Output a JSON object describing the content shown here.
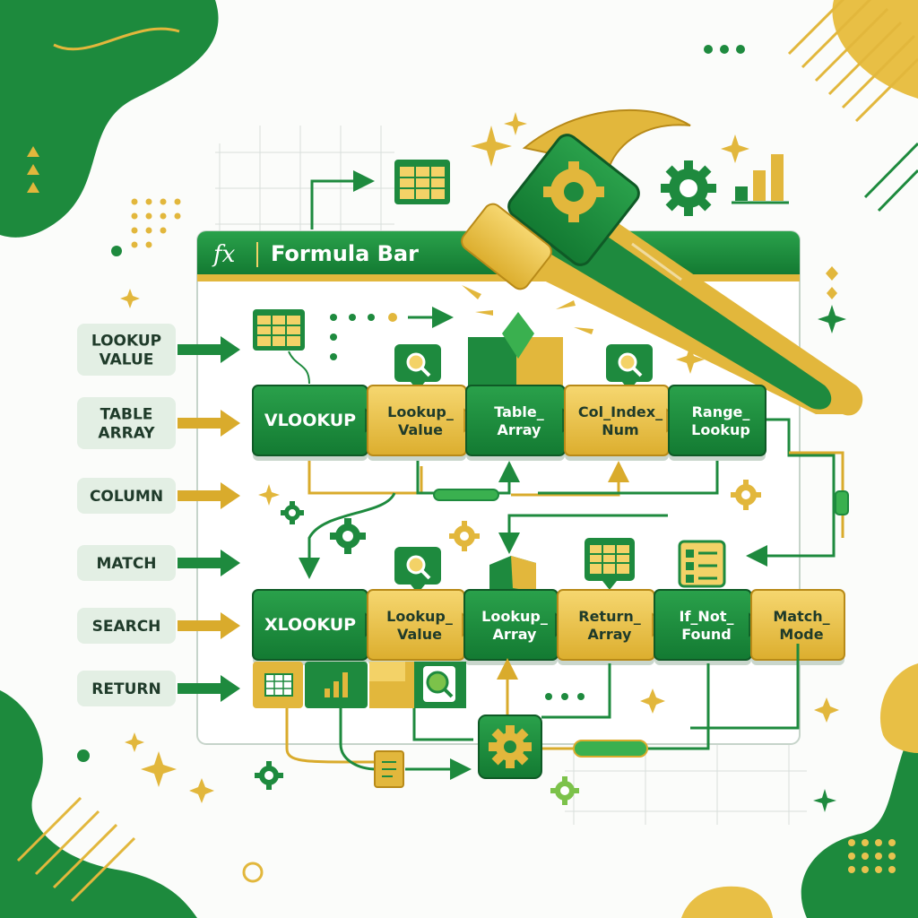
{
  "formula_bar": {
    "fx": "fx",
    "title": "Formula Bar"
  },
  "side_labels": [
    [
      "LOOKUP",
      "VALUE"
    ],
    [
      "TABLE",
      "ARRAY"
    ],
    [
      "COLUMN"
    ],
    [
      "MATCH"
    ],
    [
      "SEARCH"
    ],
    [
      "RETURN"
    ]
  ],
  "vlookup_row": [
    [
      "VLOOKUP"
    ],
    [
      "Lookup_",
      "Value"
    ],
    [
      "Table_",
      "Array"
    ],
    [
      "Col_Index_",
      "Num"
    ],
    [
      "Range_",
      "Lookup"
    ]
  ],
  "xlookup_row": [
    [
      "XLOOKUP"
    ],
    [
      "Lookup_",
      "Value"
    ],
    [
      "Lookup_",
      "Array"
    ],
    [
      "Return_",
      "Array"
    ],
    [
      "If_Not_",
      "Found"
    ],
    [
      "Match_",
      "Mode"
    ]
  ],
  "icons": [
    "hammer-icon",
    "gear-icon",
    "spreadsheet-icon",
    "magnifier-icon",
    "bar-chart-icon",
    "checklist-icon",
    "sparkle-icon",
    "arrow-icon"
  ],
  "colors": {
    "green": "#1e8a3e",
    "dark_green": "#12662c",
    "gold": "#e2b73c",
    "light_gold": "#f3d267",
    "label_bg": "#e3efe4"
  }
}
